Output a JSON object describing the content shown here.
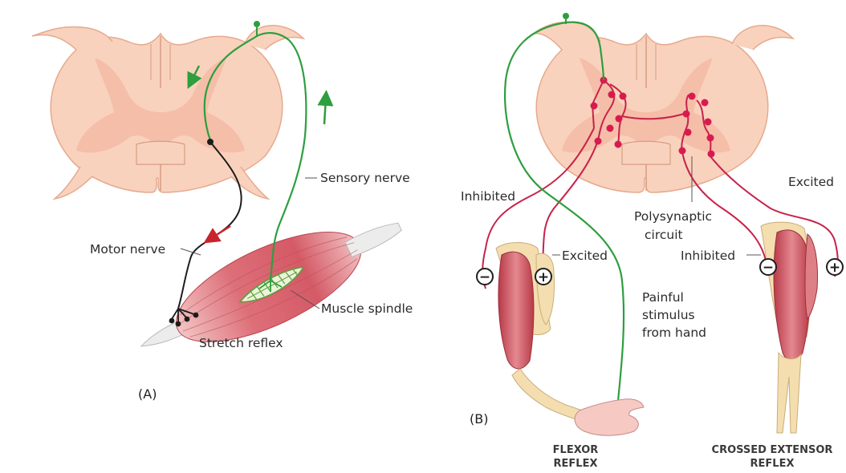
{
  "panel_a": {
    "tag": "(A)",
    "labels": {
      "sensory_nerve": "Sensory nerve",
      "motor_nerve": "Motor nerve",
      "muscle_spindle": "Muscle spindle",
      "stretch_reflex": "Stretch reflex"
    }
  },
  "panel_b": {
    "tag": "(B)",
    "labels": {
      "inhibited_left": "Inhibited",
      "excited_left": "Excited",
      "polysynaptic_1": "Polysynaptic",
      "polysynaptic_2": "circuit",
      "painful_1": "Painful",
      "painful_2": "stimulus",
      "painful_3": "from hand",
      "excited_right": "Excited",
      "inhibited_right": "Inhibited",
      "flexor_1": "FLEXOR",
      "flexor_2": "REFLEX",
      "crossed_1": "CROSSED EXTENSOR",
      "crossed_2": "REFLEX"
    },
    "signs": {
      "minus": "−",
      "plus": "+"
    }
  },
  "colors": {
    "cord_outer": "#f9d2bd",
    "cord_gray": "#f3b7a1",
    "muscle": "#de7f86",
    "muscle_dark": "#c9535d",
    "sensory": "#2e9e3f",
    "motor": "#1c1c1c",
    "interneuron": "#c8224a",
    "bone": "#f4deaf",
    "arrow_red": "#c8242b"
  }
}
